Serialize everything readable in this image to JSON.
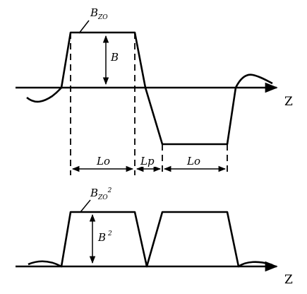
{
  "top_plot": {
    "peak_label": "B",
    "peak_subscript": "ZO",
    "amplitude_label": "B",
    "axis_label": "Z"
  },
  "dimensions": {
    "lo_left": "Lo",
    "lp": "Lp",
    "lo_right": "Lo"
  },
  "bottom_plot": {
    "peak_label": "B",
    "peak_subscript": "ZO",
    "peak_superscript": "2",
    "amplitude_label": "B",
    "amplitude_superscript": "2",
    "axis_label": "Z"
  }
}
